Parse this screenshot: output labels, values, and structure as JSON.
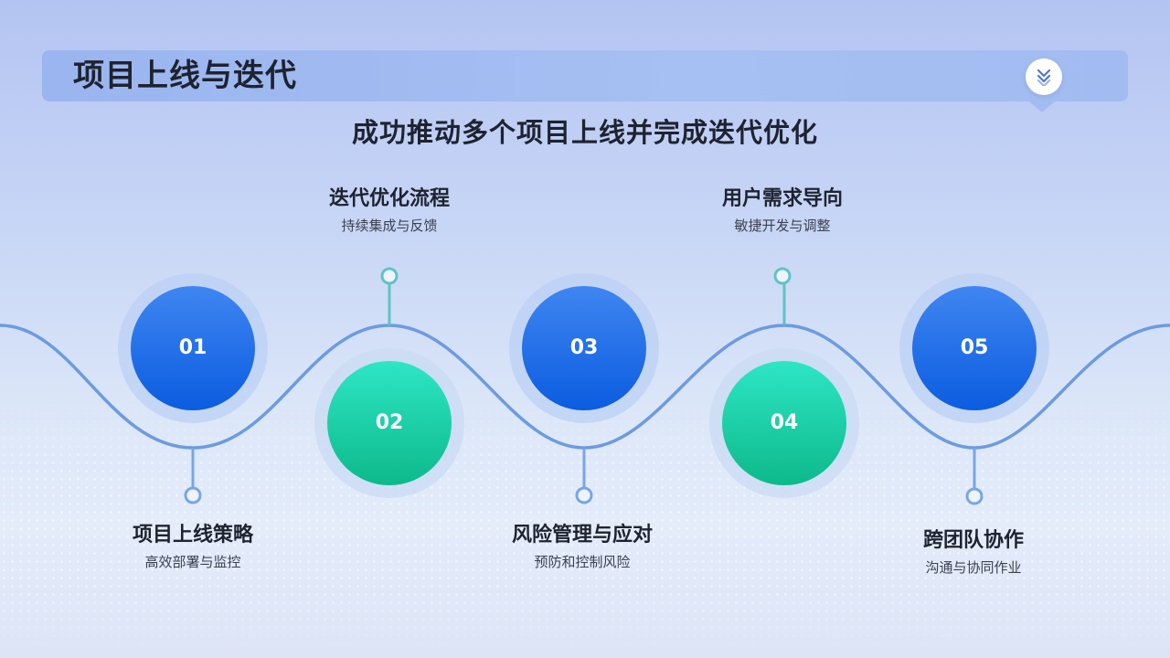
{
  "header": {
    "title": "项目上线与迭代",
    "scroll_icon": "double-chevron-down-icon"
  },
  "subtitle": "成功推动多个项目上线并完成迭代优化",
  "steps": [
    {
      "number": "01",
      "title": "项目上线策略",
      "desc": "高效部署与监控",
      "color": "blue"
    },
    {
      "number": "02",
      "title": "迭代优化流程",
      "desc": "持续集成与反馈",
      "color": "green"
    },
    {
      "number": "03",
      "title": "风险管理与应对",
      "desc": "预防和控制风险",
      "color": "blue"
    },
    {
      "number": "04",
      "title": "用户需求导向",
      "desc": "敏捷开发与调整",
      "color": "green"
    },
    {
      "number": "05",
      "title": "跨团队协作",
      "desc": "沟通与协同作业",
      "color": "blue"
    }
  ],
  "colors": {
    "wave": "#6c9be0",
    "blue_top": "#3f86f1",
    "blue_bottom": "#0b5ce0",
    "green_top": "#2ee6c5",
    "green_bottom": "#0db98b",
    "pin": "#5fc3c6",
    "pin_blue": "#78a6e6"
  }
}
